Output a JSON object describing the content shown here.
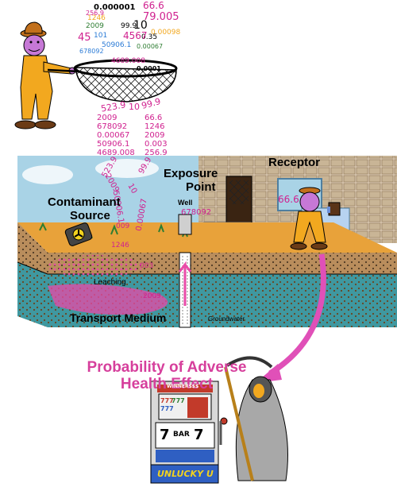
{
  "scene": {
    "labels": {
      "contaminant_source": [
        "Contaminant",
        "Source"
      ],
      "exposure_point": [
        "Exposure",
        "Point"
      ],
      "receptor": "Receptor",
      "well": "Well",
      "leaching": "Leaching",
      "transport_medium": "Transport Medium",
      "groundwater": "Groundwater"
    },
    "title": [
      "Probability of Adverse",
      "Health Effect"
    ],
    "slot_machine": {
      "brand": "WINNER$$$",
      "reel_text": [
        "7",
        "BAR",
        "7"
      ],
      "top_reels": [
        "777",
        "777",
        "777"
      ],
      "banner": "UNLUCKY U"
    }
  },
  "numbers": {
    "net_pile": [
      "0.000001",
      "66.6",
      "99.9",
      "10",
      "79.005",
      "45",
      "101",
      "0.35",
      "1246",
      "0.00098",
      "2009",
      "50906.1",
      "4567",
      "678092",
      "0.00067",
      "256.9",
      "0.0001",
      "4689.008"
    ],
    "falling": [
      "523.9",
      "10",
      "99.9"
    ],
    "col_left": [
      "2009",
      "678092",
      "0.00067",
      "50906.1",
      "4689.008"
    ],
    "col_right": [
      "66.6",
      "1246",
      "2009",
      "0.003",
      "256.9"
    ],
    "sky_numbers": [
      "523.9",
      "99.9",
      "2009",
      "10",
      "50906.1",
      "0.00067",
      "66.6"
    ],
    "well_value": "678092",
    "receptor_value": "66.6",
    "source_numbers": [
      "1246",
      "009",
      "003",
      "2009"
    ]
  },
  "colors": {
    "magenta": "#d0218f",
    "pink_arrow": "#e050b8",
    "title": "#d63f9c",
    "sky": "#a9d3e6",
    "grass": "#e8a23a",
    "water": "#3f98a0",
    "person_suit": "#f2a81f",
    "person_skin": "#c678d6"
  }
}
